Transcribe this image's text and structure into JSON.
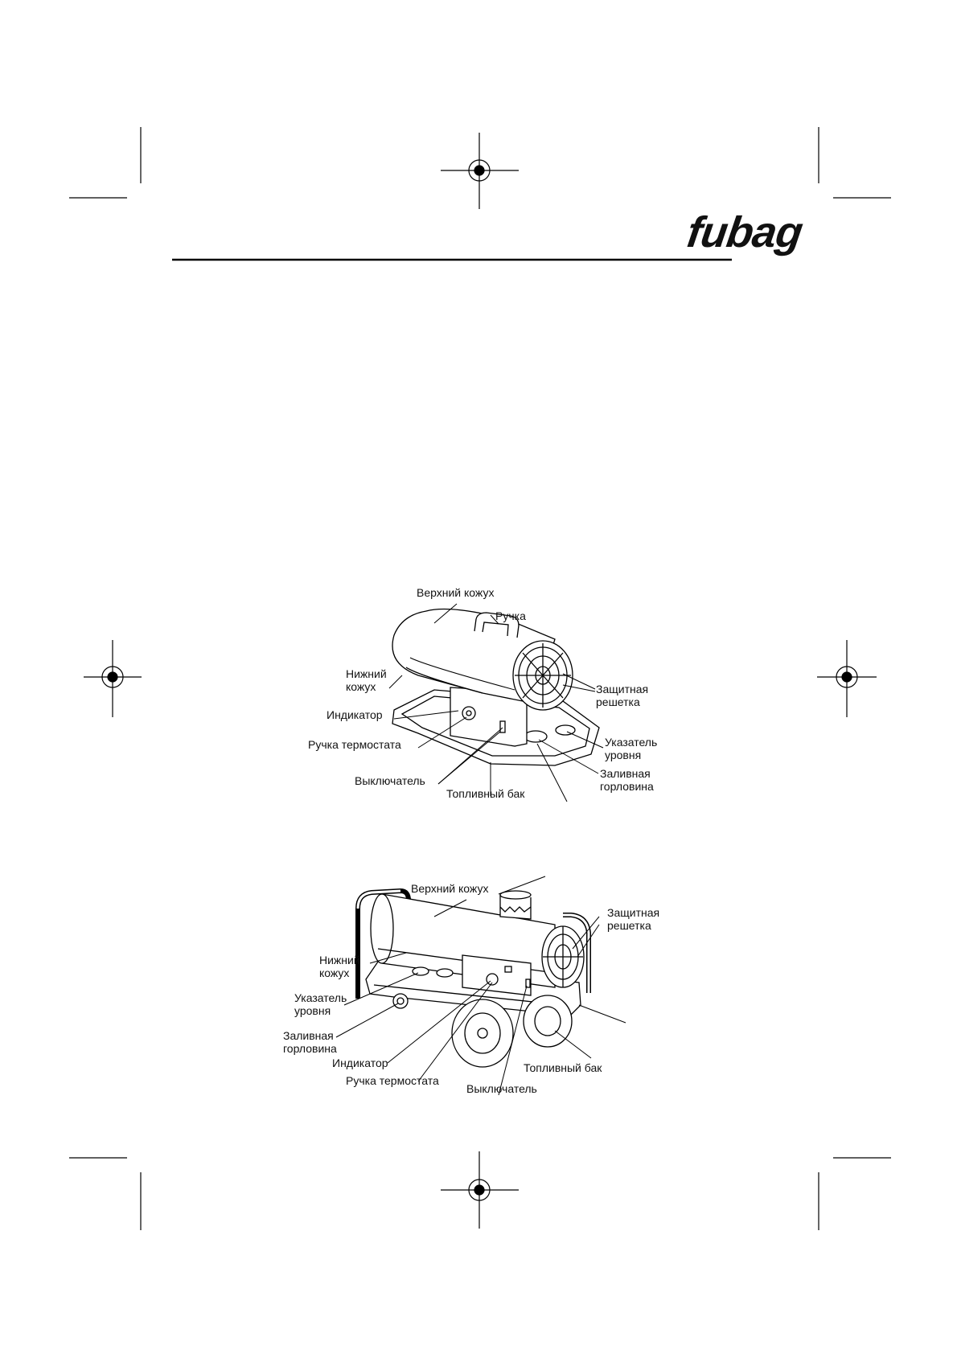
{
  "brand": {
    "logo_text": "fubag"
  },
  "figure1": {
    "labels": {
      "upper_casing": "Верхний кожух",
      "handle": "Ручка",
      "lower_casing_1": "Нижний",
      "lower_casing_2": "кожух",
      "indicator": "Индикатор",
      "thermostat_knob": "Ручка термостата",
      "switch": "Выключатель",
      "fuel_tank": "Топливный бак",
      "guard_grille_1": "Защитная",
      "guard_grille_2": "решетка",
      "level_gauge_1": "Указатель",
      "level_gauge_2": "уровня",
      "filler_neck_1": "Заливная",
      "filler_neck_2": "горловина"
    }
  },
  "figure2": {
    "labels": {
      "upper_casing": "Верхний кожух",
      "guard_grille_1": "Защитная",
      "guard_grille_2": "решетка",
      "lower_casing_1": "Нижний",
      "lower_casing_2": "кожух",
      "level_gauge_1": "Указатель",
      "level_gauge_2": "уровня",
      "filler_neck_1": "Заливная",
      "filler_neck_2": "горловина",
      "indicator": "Индикатор",
      "thermostat_knob": "Ручка термостата",
      "switch": "Выключатель",
      "fuel_tank": "Топливный бак"
    }
  }
}
